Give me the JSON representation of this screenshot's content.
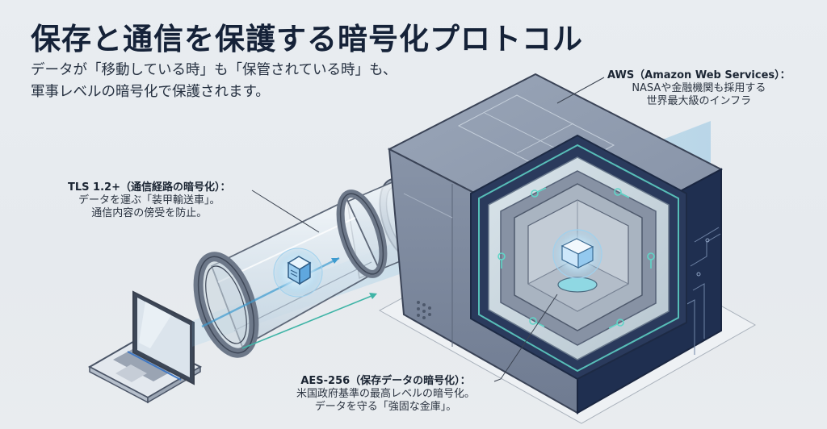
{
  "header": {
    "title": "保存と通信を保護する暗号化プロトコル",
    "subtitle_line1": "データが「移動している時」も「保管されている時」も、",
    "subtitle_line2": "軍事レベルの暗号化で保護されます。"
  },
  "callouts": {
    "aws": {
      "heading": "AWS（Amazon Web Services）：",
      "line1": "NASAや金融機関も採用する",
      "line2": "世界最大級のインフラ"
    },
    "tls": {
      "heading": "TLS 1.2+（通信経路の暗号化）：",
      "line1": "データを運ぶ「装甲輸送車」。",
      "line2": "通信内容の傍受を防止。"
    },
    "aes": {
      "heading": "AES-256（保存データの暗号化）：",
      "line1": "米国政府基準の最高レベルの暗号化。",
      "line2": "データを守る「強固な金庫」。"
    }
  },
  "illustration": {
    "elements": [
      "laptop-icon",
      "encrypted-tunnel",
      "data-cube-icon",
      "aws-vault-cube",
      "key-icon",
      "data-package-icon"
    ],
    "colors": {
      "title": "#152238",
      "vault_steel": "#7d8aa0",
      "vault_dark": "#1f2f50",
      "glow_teal": "#5fd6c8",
      "data_blue": "#6fb6e8",
      "background": "#e8ecf0"
    }
  }
}
